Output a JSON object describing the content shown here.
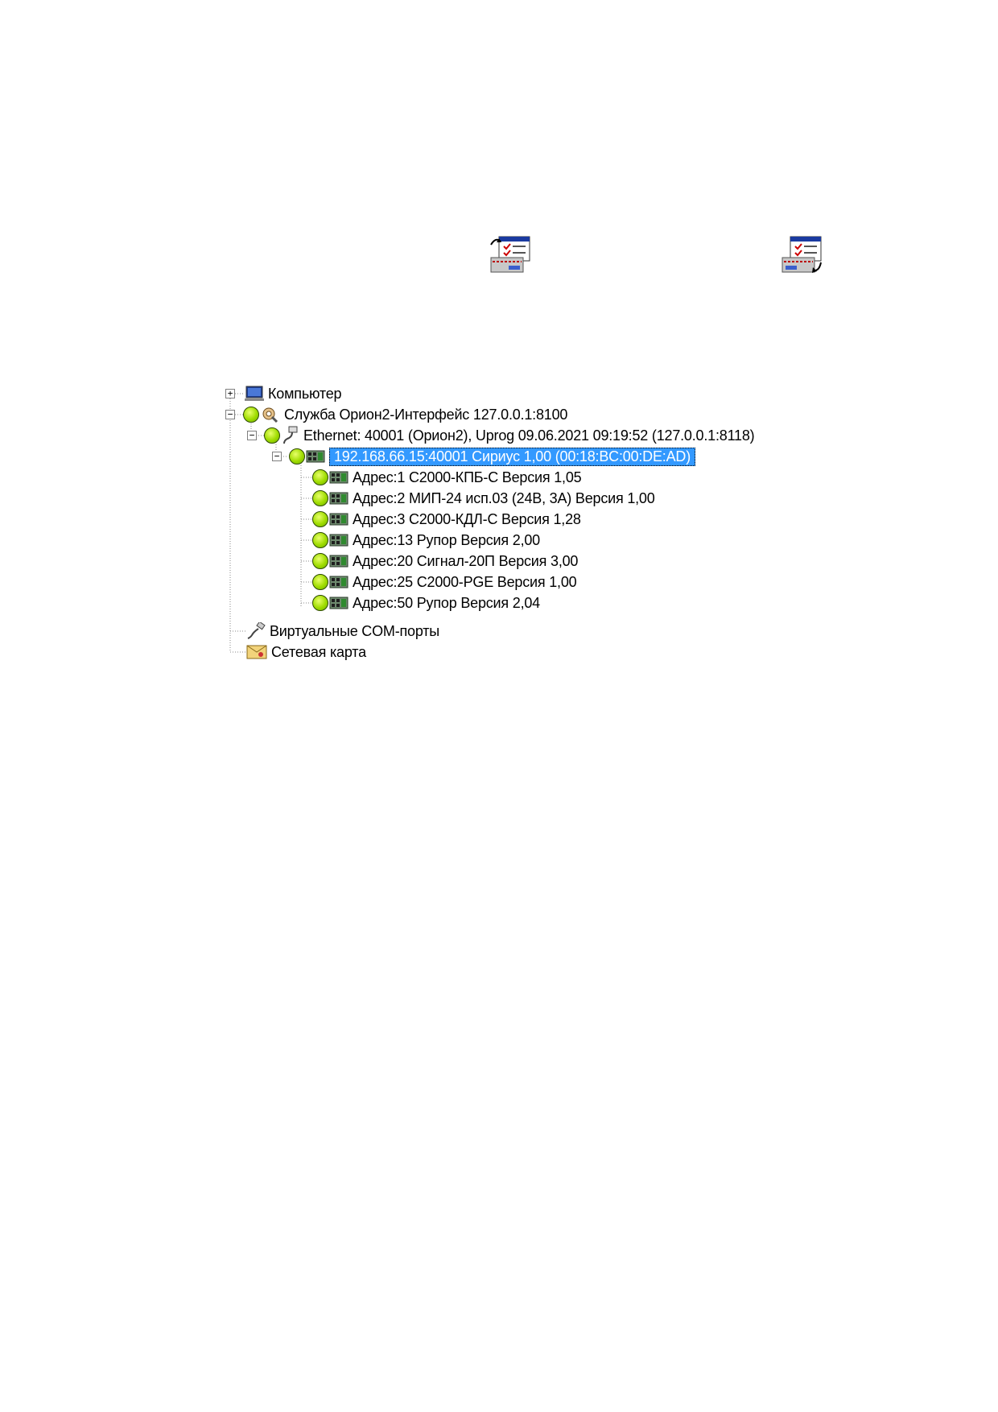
{
  "tree": {
    "computer": "Компьютер",
    "service": "Служба Орион2-Интерфейс 127.0.0.1:8100",
    "ethernet": "Ethernet: 40001   (Орион2), Uprog 09.06.2021 09:19:52 (127.0.0.1:8118)",
    "sirius": "192.168.66.15:40001 Сириус 1,00 (00:18:BC:00:DE:AD)",
    "devices": [
      "Адрес:1 С2000-КПБ-С Версия 1,05",
      "Адрес:2 МИП-24 исп.03 (24В, 3А) Версия 1,00",
      "Адрес:3 С2000-КДЛ-С Версия 1,28",
      "Адрес:13 Рупор Версия 2,00",
      "Адрес:20 Сигнал-20П Версия 3,00",
      "Адрес:25 С2000-PGE Версия 1,00",
      "Адрес:50 Рупор Версия 2,04"
    ],
    "com_ports": "Виртуальные COM-порты",
    "network_map": "Сетевая карта"
  },
  "colors": {
    "selection": "#3399ff",
    "status_ok": "#9fdc00"
  },
  "icons": {
    "toolbar_left": "read-config-icon",
    "toolbar_right": "write-config-icon"
  }
}
